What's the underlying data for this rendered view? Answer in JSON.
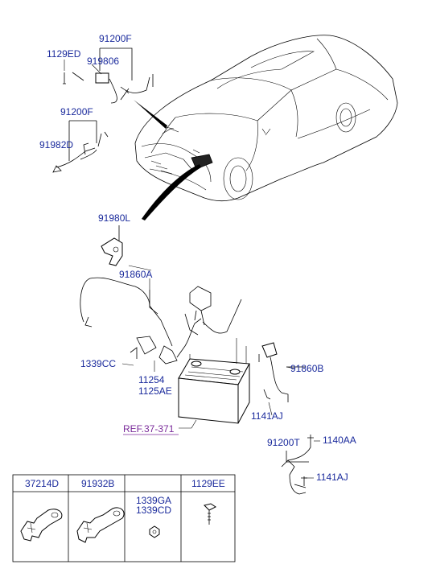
{
  "labels": {
    "p91200F_top": "91200F",
    "p1129ED": "1129ED",
    "p919806": "919806",
    "p91200F_mid": "91200F",
    "p91982D": "91982D",
    "p91980L": "91980L",
    "p91860A": "91860A",
    "p1339CC": "1339CC",
    "p11254": "11254",
    "p1125AE": "1125AE",
    "p91860B": "91860B",
    "p1141AJ_a": "1141AJ",
    "ref": "REF.37-371",
    "p91200T": "91200T",
    "p1140AA": "1140AA",
    "p1141AJ_b": "1141AJ"
  },
  "table": {
    "headers": [
      "37214D",
      "91932B",
      "",
      "1129EE"
    ],
    "cell3_line1": "1339GA",
    "cell3_line2": "1339CD"
  }
}
